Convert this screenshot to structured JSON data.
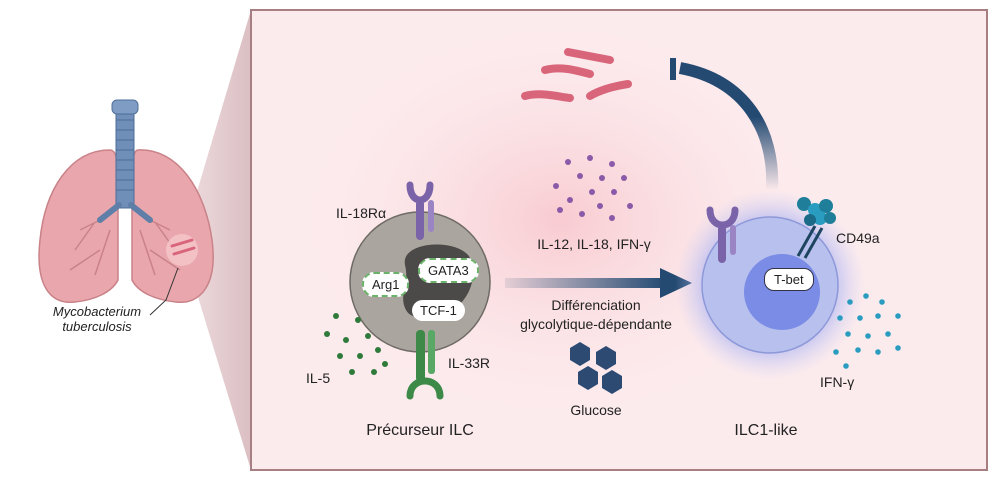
{
  "lung": {
    "caption_line1": "Mycobacterium",
    "caption_line2": "tuberculosis"
  },
  "precursor": {
    "title": "Précurseur ILC",
    "receptor_top": "IL-18Rα",
    "receptor_bottom": "IL-33R",
    "factors": [
      "Arg1",
      "GATA3",
      "TCF-1"
    ],
    "secreted": "IL-5"
  },
  "middle": {
    "cytokines": "IL-12, IL-18, IFN-γ",
    "process_line1": "Différenciation",
    "process_line2": "glycolytique-dépendante",
    "nutrient": "Glucose"
  },
  "ilc1": {
    "title": "ILC1-like",
    "factor": "T-bet",
    "marker": "CD49a",
    "secreted": "IFN-γ"
  },
  "colors": {
    "panel_border": "#a77f83",
    "arrow": "#244a72",
    "bacteria": "#d9657a",
    "purple_receptor": "#7a63a8",
    "green_receptor": "#3d8a48",
    "dot_green": "#2e7a3a",
    "dot_purple": "#8a5aa8",
    "dot_teal": "#2a9cc0",
    "hexagon": "#2c4a72"
  }
}
